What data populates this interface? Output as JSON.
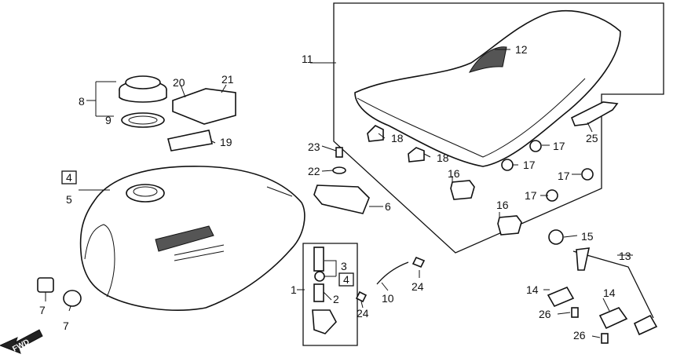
{
  "labels": {
    "l1": "1",
    "l2": "2",
    "l3": "3",
    "l4a": "4",
    "l4b": "4",
    "l5": "5",
    "l6": "6",
    "l7a": "7",
    "l7b": "7",
    "l8": "8",
    "l9": "9",
    "l10": "10",
    "l11": "11",
    "l12": "12",
    "l13": "13",
    "l14a": "14",
    "l14b": "14",
    "l15": "15",
    "l16a": "16",
    "l16b": "16",
    "l17a": "17",
    "l17b": "17",
    "l17c": "17",
    "l17d": "17",
    "l18a": "18",
    "l18b": "18",
    "l19": "19",
    "l20": "20",
    "l21": "21",
    "l22": "22",
    "l23": "23",
    "l24a": "24",
    "l24b": "24",
    "l25": "25",
    "l26a": "26",
    "l26b": "26"
  },
  "fwd_label": "FWD"
}
